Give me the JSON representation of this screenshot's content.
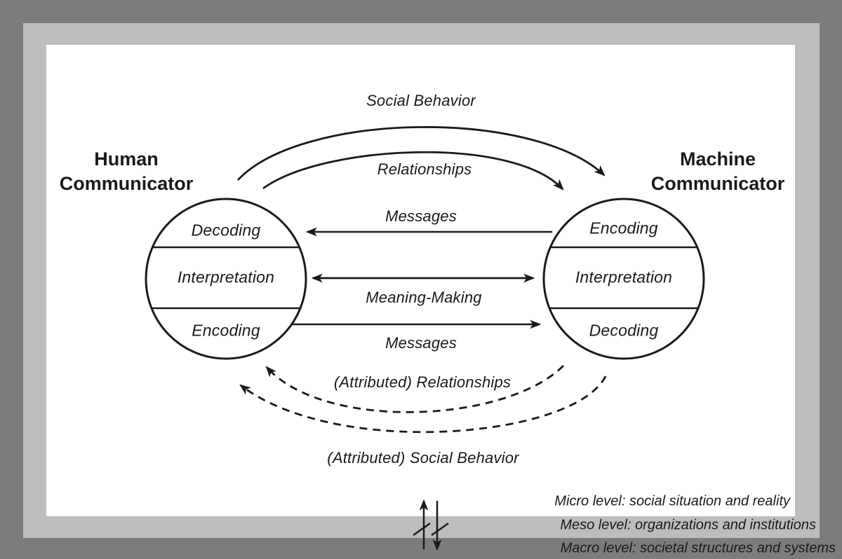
{
  "colors": {
    "outer": "#7c7c7c",
    "frame": "#bdbdbd",
    "canvas": "#ffffff",
    "ink": "#1a1a1a"
  },
  "human_communicator": {
    "title_line1": "Human",
    "title_line2": "Communicator",
    "processes": [
      "Decoding",
      "Interpretation",
      "Encoding"
    ]
  },
  "machine_communicator": {
    "title_line1": "Machine",
    "title_line2": "Communicator",
    "processes": [
      "Encoding",
      "Interpretation",
      "Decoding"
    ]
  },
  "flows": {
    "social_behavior": "Social Behavior",
    "relationships": "Relationships",
    "messages_to_human": "Messages",
    "meaning_making": "Meaning-Making",
    "messages_to_machine": "Messages",
    "attributed_relationships": "(Attributed) Relationships",
    "attributed_social_behavior": "(Attributed) Social Behavior"
  },
  "levels": [
    "Micro level: social situation and reality",
    "Meso level: organizations and institutions",
    "Macro level: societal structures and systems"
  ]
}
